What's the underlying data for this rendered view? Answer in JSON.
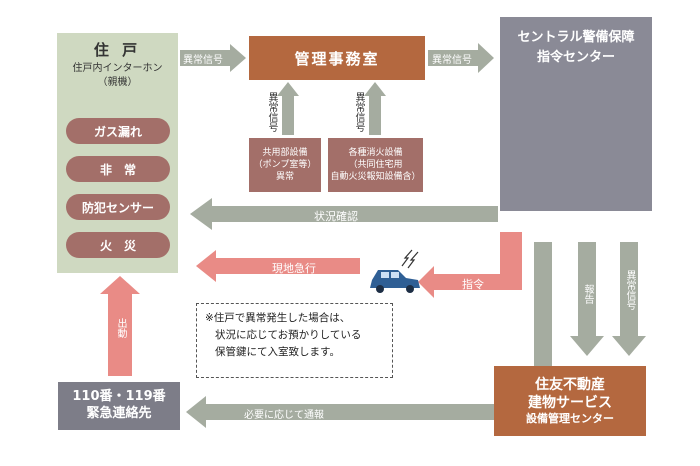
{
  "residence": {
    "title": "住 戸",
    "subtitle1": "住戸内インターホン",
    "subtitle2": "（親機）",
    "items": [
      "ガス漏れ",
      "非　常",
      "防犯センサー",
      "火　災"
    ]
  },
  "office": {
    "title": "管理事務室"
  },
  "central": {
    "title_line1": "セントラル警備保障",
    "title_line2": "指令センター"
  },
  "common_equipment": {
    "line1": "共用部設備",
    "line2": "（ポンプ室等）",
    "line3": "異常"
  },
  "fire_equipment": {
    "line1": "各種消火設備",
    "line2": "（共同住宅用",
    "line3": "自動火災報知設備含）"
  },
  "emergency": {
    "line1": "110番・119番",
    "line2": "緊急連絡先"
  },
  "sumitomo": {
    "line1": "住友不動産",
    "line2": "建物サービス",
    "line3": "設備管理センター"
  },
  "note": {
    "line1": "※住戸で異常発生した場合は、",
    "line2": "状況に応じてお預かりしている",
    "line3": "保管鍵にて入室致します。"
  },
  "labels": {
    "abnormal_signal_1": "異常信号",
    "abnormal_signal_2": "異常信号",
    "abnormal_signal_3": "異常信号",
    "abnormal_signal_4": "異常信号",
    "abnormal_signal_5": "異常信号",
    "status_check": "状況確認",
    "rush_to_site": "現地急行",
    "command": "指令",
    "dispatch": "出動",
    "report": "報告",
    "notify_if_needed": "必要に応じて通報"
  },
  "colors": {
    "gray_arrow": "#a5aca0",
    "pink_arrow": "#e98b86",
    "residence_bg": "#cfd9c1",
    "pill": "#a36f69",
    "office": "#b4683f",
    "central": "#8a8a96",
    "car": "#2f5f95"
  }
}
